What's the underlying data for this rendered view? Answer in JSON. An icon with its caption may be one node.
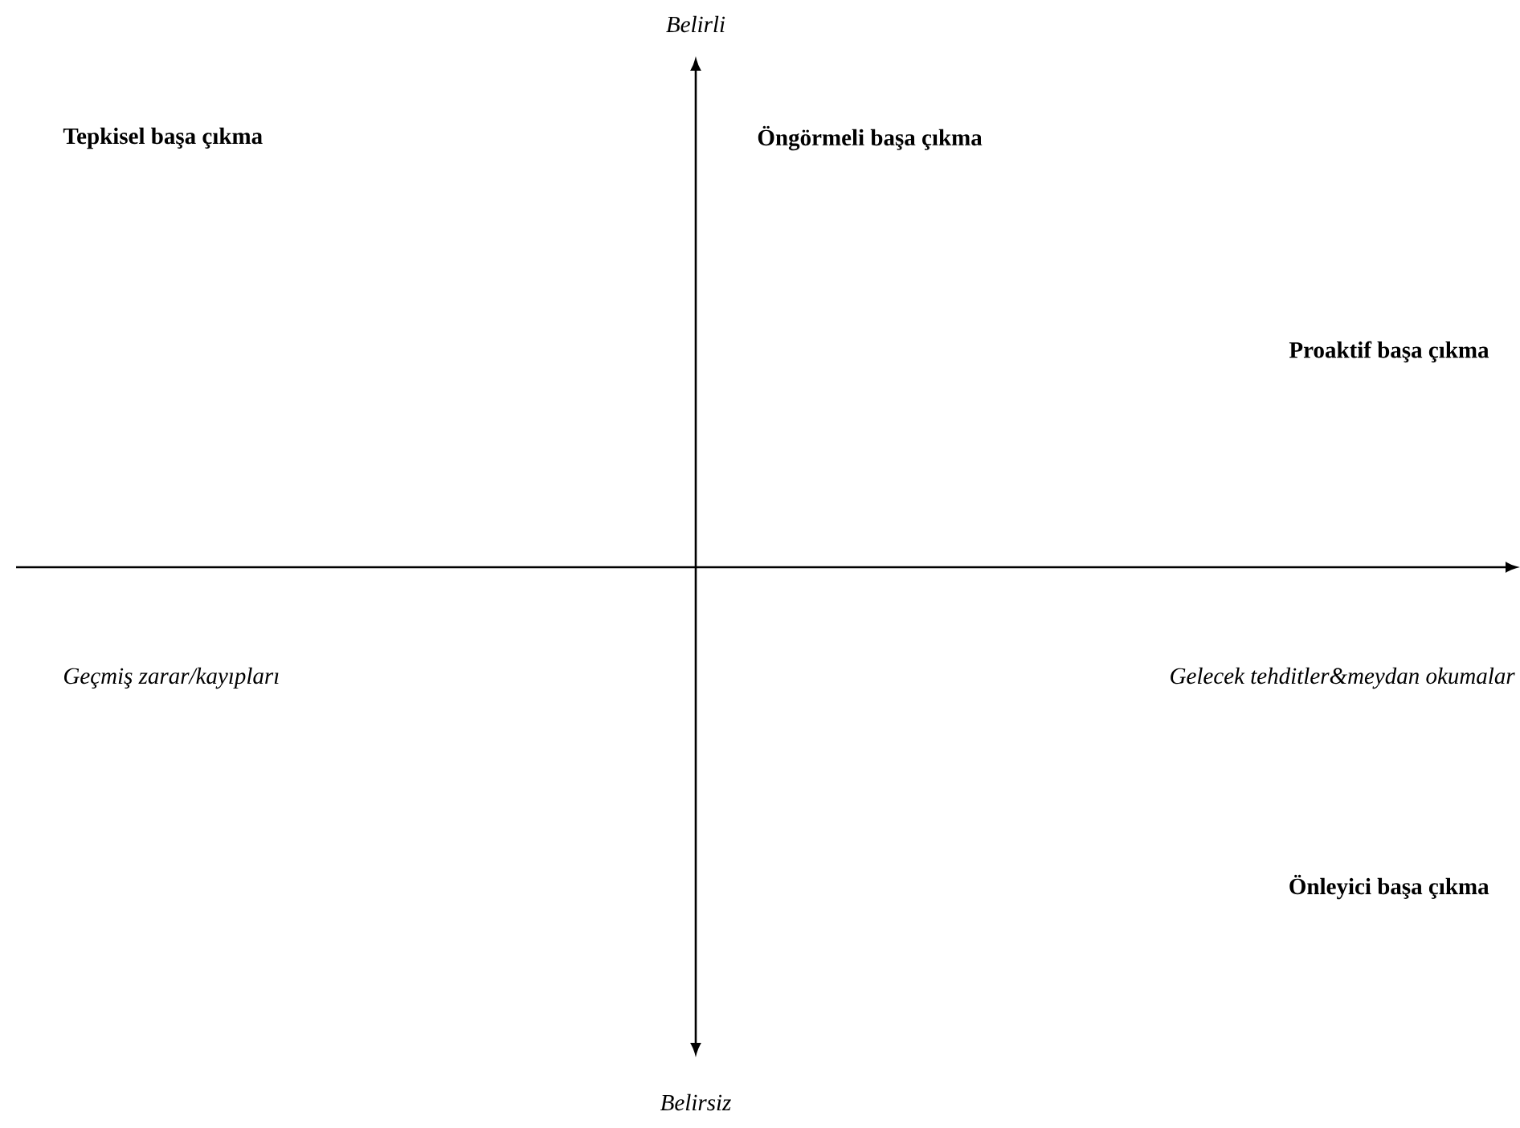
{
  "diagram": {
    "labels": [
      "Belirli",
      "Tepkisel başa çıkma",
      "Öngörmeli başa çıkma",
      "Proaktif başa çıkma",
      "Geçmiş zarar/kayıpları",
      "Gelecek tehditler&meydan okumalar",
      "Önleyici başa çıkma",
      "Belirsiz"
    ]
  }
}
